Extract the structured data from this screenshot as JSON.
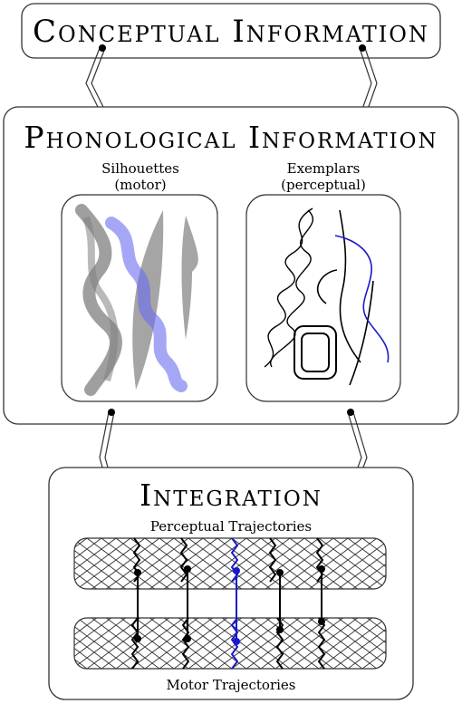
{
  "conceptual": {
    "title": "Conceptual Information"
  },
  "phonological": {
    "title": "Phonological Information",
    "silhouettes_line1": "Silhouettes",
    "silhouettes_line2": "(motor)",
    "exemplars_line1": "Exemplars",
    "exemplars_line2": "(perceptual)"
  },
  "integration": {
    "title": "Integration",
    "top_label": "Perceptual Trajectories",
    "bottom_label": "Motor Trajectories"
  },
  "colors": {
    "highlight": "#1a1acc",
    "silhouette_fill": "#7f7f7f",
    "silhouette_blue": "#6a6af0"
  }
}
